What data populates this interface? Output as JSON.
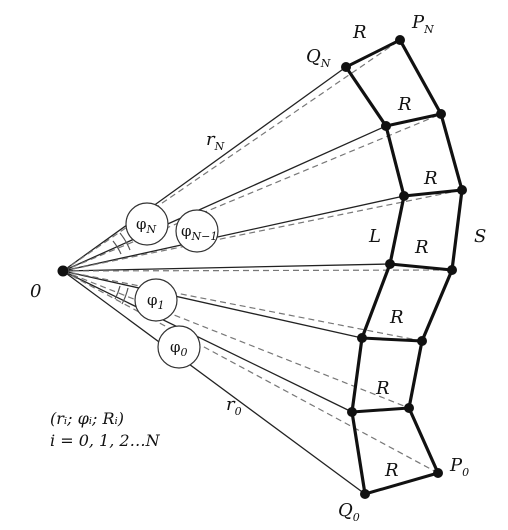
{
  "labels": {
    "origin": "0",
    "R": "R",
    "L": "L",
    "S": "S",
    "r_N": {
      "main": "r",
      "sub": "N"
    },
    "r_0": {
      "main": "r",
      "sub": "0"
    },
    "P_N": {
      "main": "P",
      "sub": "N"
    },
    "Q_N": {
      "main": "Q",
      "sub": "N"
    },
    "P_0": {
      "main": "P",
      "sub": "0"
    },
    "Q_0": {
      "main": "Q",
      "sub": "0"
    },
    "phi_N": {
      "main": "φ",
      "sub": "N"
    },
    "phi_N_minus_1": {
      "main": "φ",
      "sub": "N−1"
    },
    "phi_1": {
      "main": "φ",
      "sub": "1"
    },
    "phi_0": {
      "main": "φ",
      "sub": "0"
    }
  },
  "formula": {
    "line1": "(rᵢ;  φᵢ;  Rᵢ)",
    "line2": "i = 0, 1, 2…N"
  }
}
